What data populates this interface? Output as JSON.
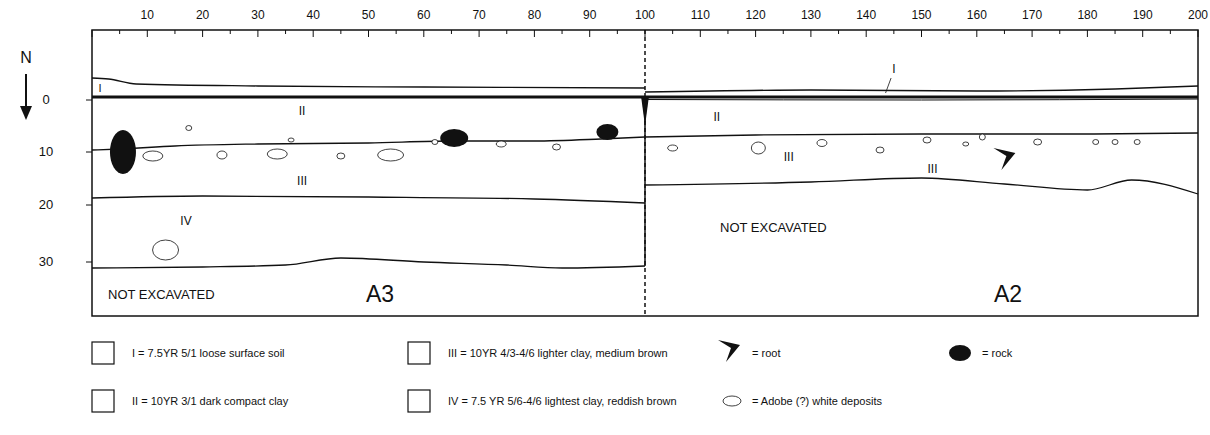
{
  "diagram": {
    "labels": [
      "N",
      "10",
      "20",
      "30",
      "40",
      "50",
      "60",
      "70",
      "80",
      "90",
      "100",
      "110",
      "120",
      "130",
      "140",
      "150",
      "160",
      "170",
      "180",
      "190",
      "200",
      "0",
      "10",
      "20",
      "30",
      "I",
      "I",
      "II",
      "II",
      "III",
      "III",
      "III",
      "IV",
      "NOT EXCAVATED",
      "A3",
      "NOT EXCAVATED",
      "A2"
    ],
    "legend": [
      {
        "text": "I = 7.5YR 5/1 loose surface soil"
      },
      {
        "text": "II = 10YR 3/1 dark compact clay"
      },
      {
        "text": "III = 10YR 4/3-4/6 lighter clay, medium brown"
      },
      {
        "text": "IV = 7.5 YR 5/6-4/6 lightest clay, reddish brown"
      },
      {
        "text": "= root"
      },
      {
        "text": "= rock"
      },
      {
        "text": "= Adobe (?) white deposits"
      }
    ]
  }
}
